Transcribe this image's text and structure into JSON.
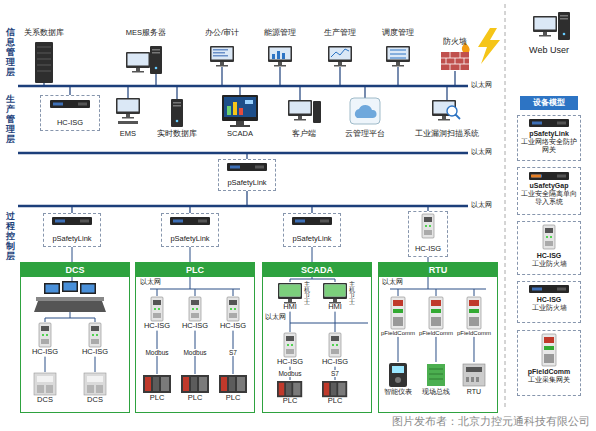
{
  "diagram": {
    "nodes": [
      {
        "text": [
          "关系数据库"
        ]
      },
      {
        "text": [
          "MES服务器"
        ]
      },
      {
        "text": [
          "办公/审计"
        ]
      },
      {
        "text": [
          "能源管理"
        ]
      },
      {
        "text": [
          "生产管理"
        ]
      },
      {
        "text": [
          "调度管理"
        ]
      },
      {
        "text": [
          "防火墙"
        ]
      },
      {
        "text": [
          "HC-ISG"
        ]
      },
      {
        "text": [
          "EMS"
        ]
      },
      {
        "text": [
          "实时数据库"
        ]
      },
      {
        "text": [
          "SCADA"
        ]
      },
      {
        "text": [
          "客户端"
        ]
      },
      {
        "text": [
          "云管理平台"
        ]
      },
      {
        "text": [
          "工业漏洞扫描系统"
        ]
      },
      {
        "text": [
          "pSafetyLink"
        ]
      },
      {
        "text": [
          "pSafetyLink"
        ]
      },
      {
        "text": [
          "pSafetyLink"
        ]
      },
      {
        "text": [
          "pSafetyLink"
        ]
      },
      {
        "text": [
          "HC-ISG"
        ]
      },
      {
        "text": [
          "DCS"
        ]
      },
      {
        "text": [
          "PLC"
        ]
      },
      {
        "text": [
          "SCADA"
        ]
      },
      {
        "text": [
          "RTU"
        ]
      },
      {
        "text": [
          "HC-ISG"
        ],
        "in": 19
      },
      {
        "text": [
          "HC-ISG"
        ],
        "in": 19
      },
      {
        "text": [
          "DCS"
        ],
        "in": 19
      },
      {
        "text": [
          "DCS"
        ],
        "in": 19
      },
      {
        "text": [
          "HC-ISG"
        ],
        "in": 20
      },
      {
        "text": [
          "HC-ISG"
        ],
        "in": 20
      },
      {
        "text": [
          "HC-ISG"
        ],
        "in": 20
      },
      {
        "text": [
          "PLC"
        ],
        "in": 20
      },
      {
        "text": [
          "PLC"
        ],
        "in": 20
      },
      {
        "text": [
          "PLC"
        ],
        "in": 20
      },
      {
        "text": [
          "HMI"
        ],
        "in": 21
      },
      {
        "text": [
          "HMI"
        ],
        "in": 21
      },
      {
        "text": [
          "HC-ISG"
        ],
        "in": 21
      },
      {
        "text": [
          "HC-ISG"
        ],
        "in": 21
      },
      {
        "text": [
          "PLC"
        ],
        "in": 21
      },
      {
        "text": [
          "PLC"
        ],
        "in": 21
      },
      {
        "text": [
          "pFieldComm"
        ],
        "in": 22
      },
      {
        "text": [
          "pFieldComm"
        ],
        "in": 22
      },
      {
        "text": [
          "pFieldComm"
        ],
        "in": 22
      },
      {
        "text": [
          "智能仪表"
        ],
        "in": 22
      },
      {
        "text": [
          "现场总线"
        ],
        "in": 22
      },
      {
        "text": [
          "RTU"
        ],
        "in": 22
      },
      {
        "text": [
          "Web User"
        ]
      },
      {
        "text": [
          "设备模型"
        ]
      },
      {
        "text": [
          "pSafetyLink",
          "工业网络安全防护网关"
        ]
      },
      {
        "text": [
          "uSafetyGap",
          "工业安全隔离单向导入系统"
        ]
      },
      {
        "text": [
          "HC-ISG",
          "工业防火墙"
        ]
      },
      {
        "text": [
          "HC-ISG",
          "工业防火墙"
        ]
      },
      {
        "text": [
          "pFieldComm",
          "工业采集网关"
        ]
      }
    ],
    "edges": [
      {
        "from": 15,
        "to": 19,
        "arrow": "none"
      },
      {
        "from": 16,
        "to": 20,
        "arrow": "none"
      },
      {
        "from": 17,
        "to": 21,
        "arrow": "none"
      },
      {
        "from": 18,
        "to": 22,
        "arrow": "none"
      },
      {
        "from": 23,
        "to": 25,
        "arrow": "none"
      },
      {
        "from": 24,
        "to": 26,
        "arrow": "none"
      },
      {
        "from": 27,
        "to": 30,
        "label": "Modbus",
        "arrow": "none"
      },
      {
        "from": 28,
        "to": 31,
        "label": "Modbus",
        "arrow": "none"
      },
      {
        "from": 29,
        "to": 32,
        "label": "S7",
        "arrow": "none"
      },
      {
        "from": 33,
        "to": 35,
        "arrow": "none"
      },
      {
        "from": 34,
        "to": 36,
        "arrow": "none"
      },
      {
        "from": 35,
        "to": 37,
        "label": "Modbus",
        "arrow": "none"
      },
      {
        "from": 36,
        "to": 38,
        "label": "S7",
        "arrow": "none"
      },
      {
        "from": 39,
        "to": 42,
        "arrow": "none"
      },
      {
        "from": 40,
        "to": 43,
        "arrow": "none"
      },
      {
        "from": 41,
        "to": 44,
        "arrow": "none"
      }
    ],
    "labels": [
      "信息管理层",
      "生产管理层",
      "过程控制层",
      "以太网",
      "以太网",
      "以太网",
      "以太网",
      "主机卫士",
      "主机卫士",
      "以太网",
      "以太网",
      "图片发布者：北京力控元通科技有限公司"
    ]
  }
}
